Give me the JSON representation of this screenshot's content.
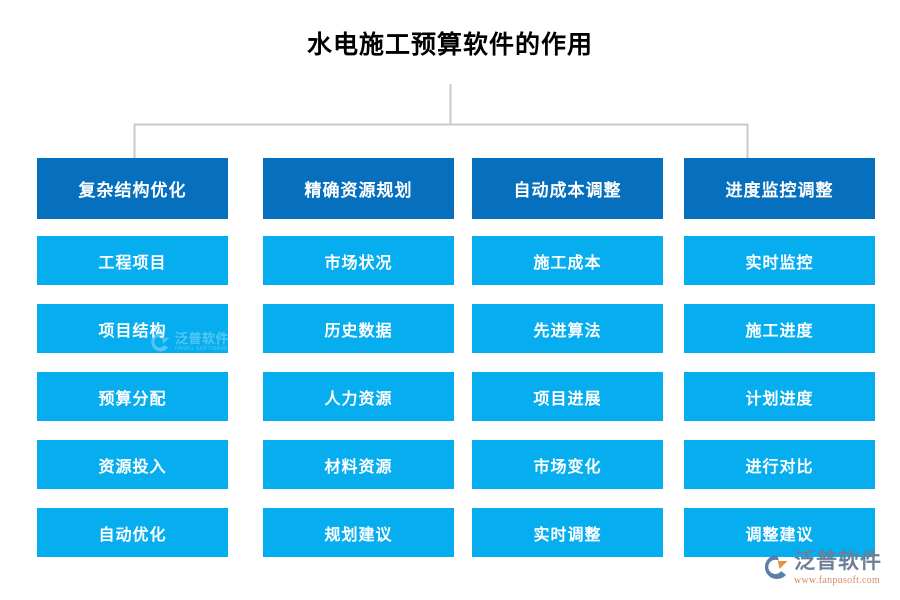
{
  "title": "水电施工预算软件的作用",
  "colors": {
    "header_box": "#0770be",
    "item_box": "#06aeef",
    "connector": "#c9c9c9",
    "title_text": "#000000",
    "box_text": "#ffffff",
    "logo_cn": "#6b7f99",
    "logo_url": "#d98a63"
  },
  "chart_data": {
    "type": "diagram",
    "title": "水电施工预算软件的作用",
    "layout": "4-column tree, one root connecting to four branch headers, each header with 5 child items",
    "columns": [
      {
        "header": "复杂结构优化",
        "items": [
          "工程项目",
          "项目结构",
          "预算分配",
          "资源投入",
          "自动优化"
        ]
      },
      {
        "header": "精确资源规划",
        "items": [
          "市场状况",
          "历史数据",
          "人力资源",
          "材料资源",
          "规划建议"
        ]
      },
      {
        "header": "自动成本调整",
        "items": [
          "施工成本",
          "先进算法",
          "项目进展",
          "市场变化",
          "实时调整"
        ]
      },
      {
        "header": "进度监控调整",
        "items": [
          "实时监控",
          "施工进度",
          "计划进度",
          "进行对比",
          "调整建议"
        ]
      }
    ]
  },
  "watermark": {
    "name_cn": "泛普软件",
    "name_en": "FANPU SOFTWARE"
  },
  "brand": {
    "name_cn": "泛普软件",
    "url": "www.fanpusoft.com"
  }
}
